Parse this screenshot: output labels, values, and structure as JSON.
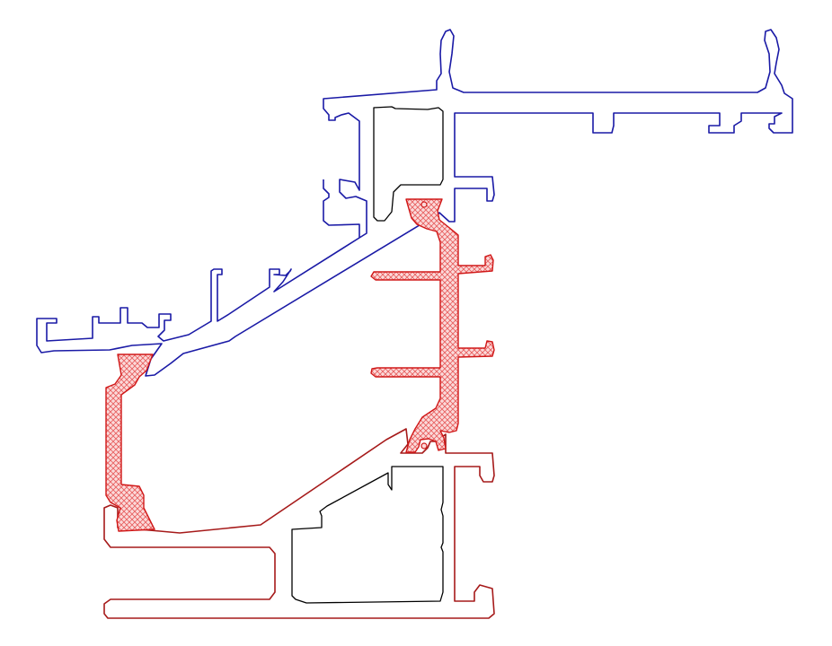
{
  "drawing": {
    "type": "profile-cross-section",
    "colors": {
      "background": "#ffffff",
      "upper_profile": "#1a1aa6",
      "lower_profile": "#a61a1a",
      "thermal_break_stroke": "#d01818",
      "thermal_break_fill": "#f4a0a0",
      "internal_cavity": "#000000"
    },
    "components": [
      {
        "role": "upper-profile",
        "color_key": "upper_profile"
      },
      {
        "role": "lower-profile",
        "color_key": "lower_profile"
      },
      {
        "role": "thermal-break-left",
        "color_key": "thermal_break_stroke"
      },
      {
        "role": "thermal-break-right",
        "color_key": "thermal_break_stroke"
      },
      {
        "role": "cavity-upper",
        "color_key": "internal_cavity"
      },
      {
        "role": "cavity-lower",
        "color_key": "internal_cavity"
      }
    ]
  }
}
